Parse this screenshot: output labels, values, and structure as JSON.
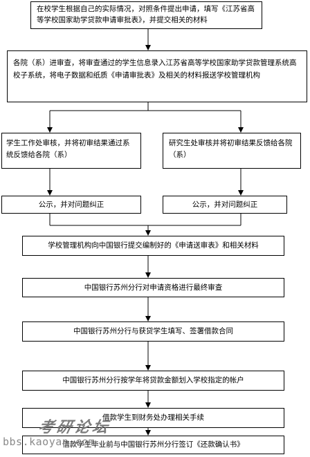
{
  "flowchart": {
    "steps": [
      "在校学生根据自己的实际情况，对照条件提出申请，填写《江苏省高等学校国家助学贷款申请审批表》，并提交相关的材料",
      "各院（系）进审查，将审查通过的学生信息录入江苏省高等学校国家助学贷款管理系统高校子系统，将电子数据和纸质《申请审批表》及相关的材料报送学校管理机构",
      "学生工作处审核，并将初审结果通过系统反馈给各院（系）",
      "研究生处审核并将初审结果反馈给各院（系）",
      "公示，并对问题纠正",
      "公示，并对问题纠正",
      "学校管理机构向中国银行提交编制好的《申请送审表》和相关材料",
      "中国银行苏州分行对申请资格进行最终审查",
      "中国银行苏州分行与获贷学生填写、签署借款合同",
      "中国银行苏州分行按学年将贷款金额划入学校指定的帐户",
      "借款学生到财务处办理相关手续",
      "借款学生毕业前与中国银行苏州分行签订《还款确认书》"
    ]
  },
  "watermark": {
    "name": "考研论坛",
    "url": "bbs.kaoyan.com"
  }
}
